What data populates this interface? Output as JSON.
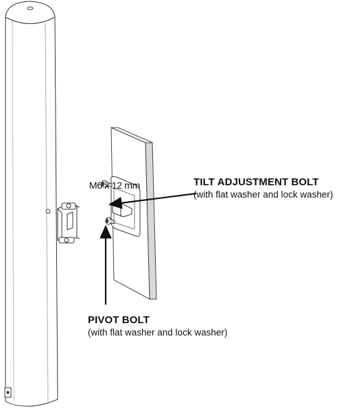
{
  "labels": {
    "screw_spec": "M6 x 12 mm",
    "tilt_bolt_title": "TILT ADJUSTMENT BOLT",
    "tilt_bolt_note": "(with flat washer and lock washer)",
    "pivot_bolt_title": "PIVOT BOLT",
    "pivot_bolt_note": "(with flat washer and lock washer)"
  },
  "colors": {
    "line": "#222222",
    "speaker_fill": "#ffffff",
    "wall_edge": "#d8d8d8"
  }
}
